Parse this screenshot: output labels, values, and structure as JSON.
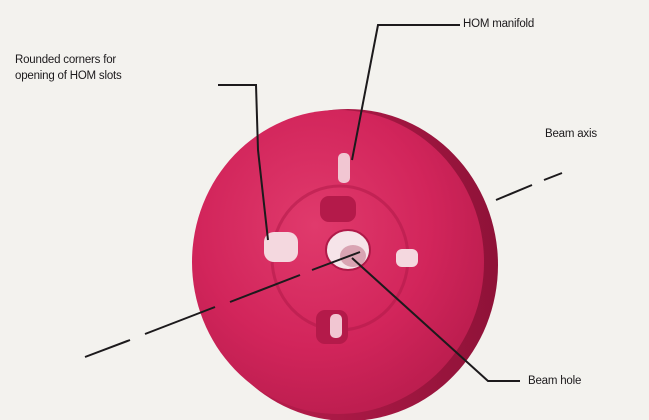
{
  "labels": {
    "rounded_corners_line1": "Rounded corners for",
    "rounded_corners_line2": "opening of HOM slots",
    "hom_manifold": "HOM manifold",
    "beam_axis": "Beam axis",
    "beam_hole": "Beam hole"
  },
  "colors": {
    "background": "#f3f2ee",
    "flange_face": "#d2255b",
    "flange_rim": "#a81743",
    "leader_line": "#1c1a1c",
    "slot_highlight": "#f4d8df"
  }
}
